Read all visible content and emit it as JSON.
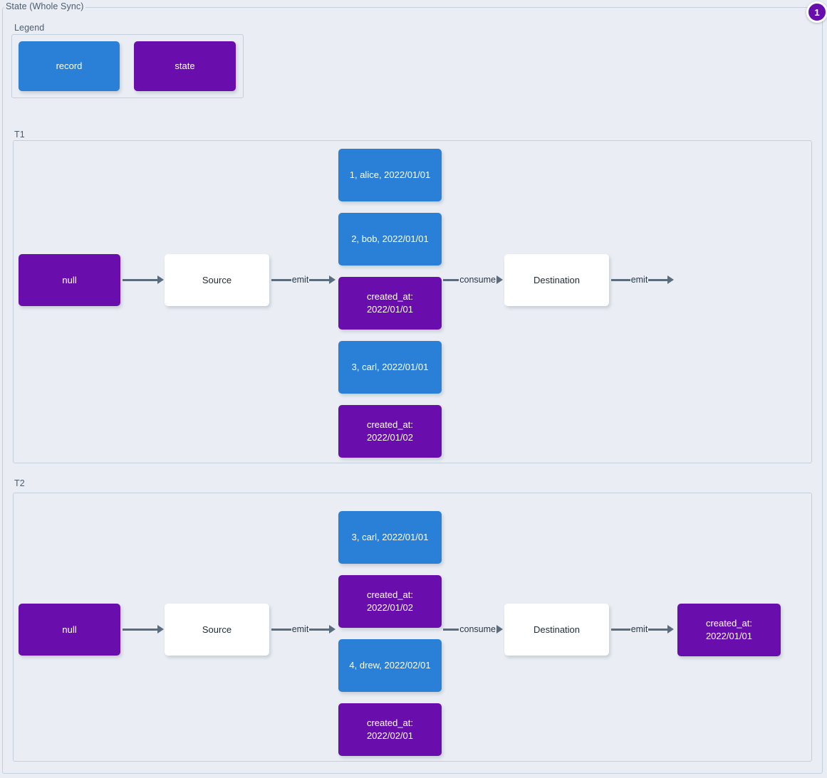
{
  "title": "State (Whole Sync)",
  "badge": {
    "count": "1"
  },
  "legend": {
    "label": "Legend",
    "items": [
      {
        "name": "record",
        "color": "#2980d6",
        "kind": "record"
      },
      {
        "name": "state",
        "color": "#6a0dad",
        "kind": "state"
      }
    ]
  },
  "sections": [
    {
      "label": "T1",
      "initial_state": "null",
      "source": "Source",
      "destination": "Destination",
      "emit_label_1": "emit",
      "consume_label": "consume",
      "emit_label_2": "emit",
      "final_state": null,
      "messages": [
        {
          "kind": "record",
          "text": "1, alice, 2022/01/01"
        },
        {
          "kind": "record",
          "text": "2, bob, 2022/01/01"
        },
        {
          "kind": "state",
          "text": "created_at:\n2022/01/01"
        },
        {
          "kind": "record",
          "text": "3, carl, 2022/01/01"
        },
        {
          "kind": "state",
          "text": "created_at:\n2022/01/02"
        }
      ]
    },
    {
      "label": "T2",
      "initial_state": "null",
      "source": "Source",
      "destination": "Destination",
      "emit_label_1": "emit",
      "consume_label": "consume",
      "emit_label_2": "emit",
      "final_state": "created_at:\n2022/01/01",
      "messages": [
        {
          "kind": "record",
          "text": "3, carl, 2022/01/01"
        },
        {
          "kind": "state",
          "text": "created_at:\n2022/01/02"
        },
        {
          "kind": "record",
          "text": "4, drew, 2022/02/01"
        },
        {
          "kind": "state",
          "text": "created_at:\n2022/02/01"
        }
      ]
    }
  ],
  "colors": {
    "record": "#2980d6",
    "state": "#6a0dad",
    "background": "#eaeef4",
    "frame_border": "#c3d0dc",
    "arrow": "#5b6c7c",
    "text": "#2a3744"
  }
}
